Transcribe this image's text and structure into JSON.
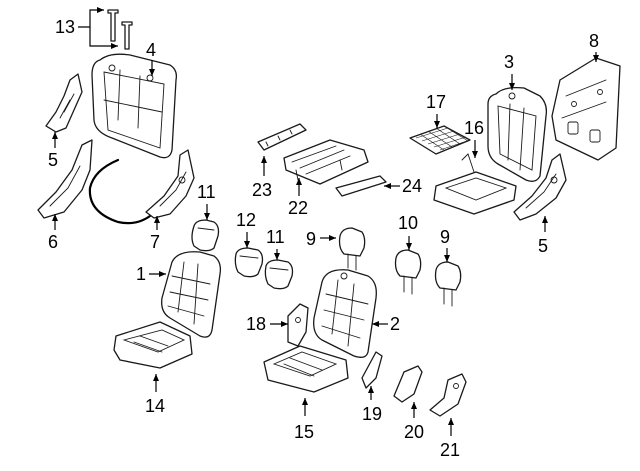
{
  "callouts": {
    "c1": "1",
    "c2": "2",
    "c3": "3",
    "c4": "4",
    "c5a": "5",
    "c5b": "5",
    "c6": "6",
    "c7": "7",
    "c8": "8",
    "c9a": "9",
    "c9b": "9",
    "c10": "10",
    "c11a": "11",
    "c11b": "11",
    "c12": "12",
    "c13": "13",
    "c14": "14",
    "c15": "15",
    "c16": "16",
    "c17": "17",
    "c18": "18",
    "c19": "19",
    "c20": "20",
    "c21": "21",
    "c22": "22",
    "c23": "23",
    "c24": "24"
  }
}
